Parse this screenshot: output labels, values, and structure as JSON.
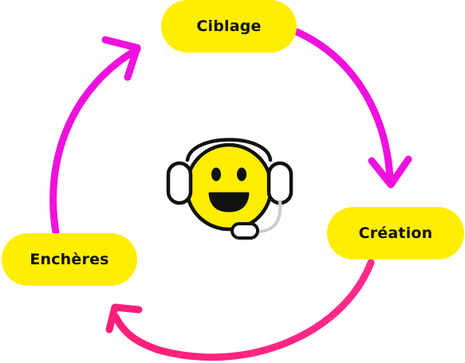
{
  "steps": [
    {
      "label": "Ciblage"
    },
    {
      "label": "Création"
    },
    {
      "label": "Enchères"
    }
  ],
  "colors": {
    "pill": "#ffee00",
    "arrow_magenta": "#ee11dd",
    "arrow_pink": "#ff1f7a",
    "face": "#ffee00",
    "outline": "#111111"
  },
  "icons": [
    "headset-support-smiley-icon"
  ]
}
